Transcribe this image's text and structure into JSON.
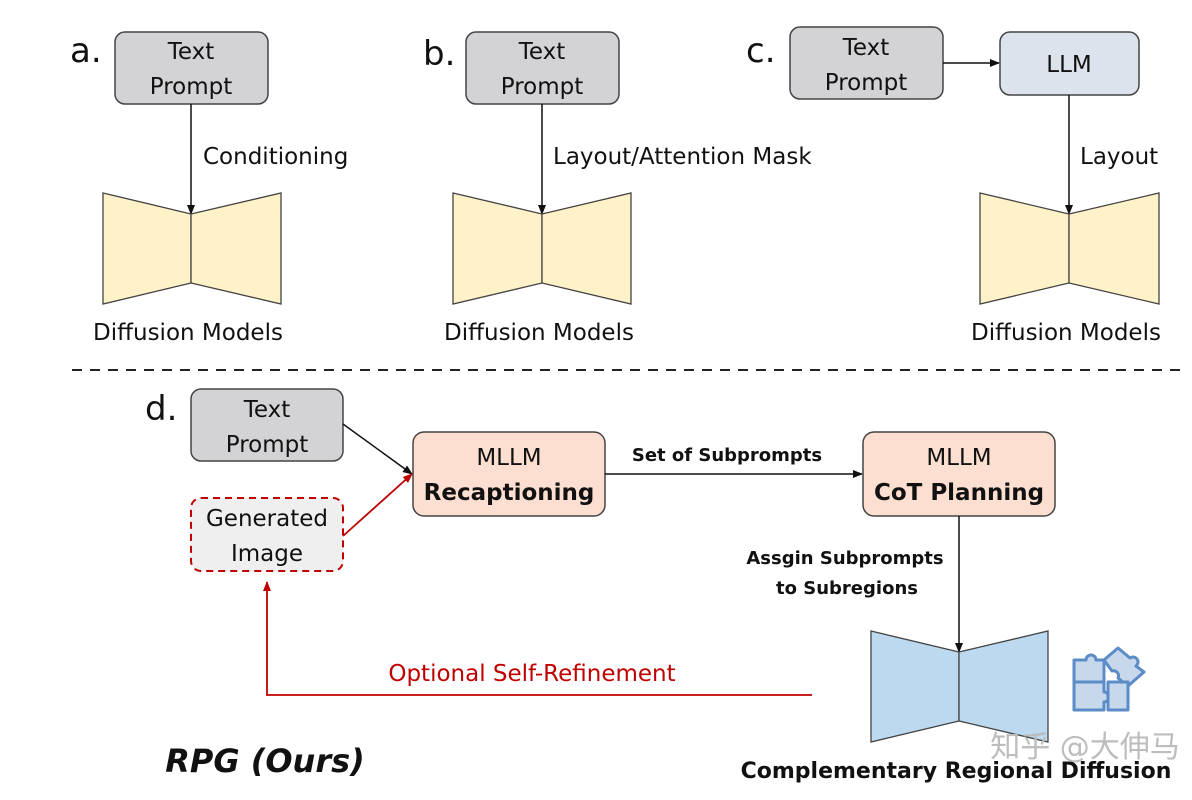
{
  "panel_a": {
    "letter": "a.",
    "prompt_line1": "Text",
    "prompt_line2": "Prompt",
    "edge_label": "Conditioning",
    "model_label": "Diffusion Models"
  },
  "panel_b": {
    "letter": "b.",
    "prompt_line1": "Text",
    "prompt_line2": "Prompt",
    "edge_label": "Layout/Attention Mask",
    "model_label": "Diffusion Models"
  },
  "panel_c": {
    "letter": "c.",
    "prompt_line1": "Text",
    "prompt_line2": "Prompt",
    "llm_label": "LLM",
    "edge_label": "Layout",
    "model_label": "Diffusion Models"
  },
  "panel_d": {
    "letter": "d.",
    "prompt_line1": "Text",
    "prompt_line2": "Prompt",
    "generated_line1": "Generated",
    "generated_line2": "Image",
    "recap_line1": "MLLM",
    "recap_line2": "Recaptioning",
    "subprompts_label": "Set of Subprompts",
    "cot_line1": "MLLM",
    "cot_line2": "CoT Planning",
    "assign_line1": "Assgin Subprompts",
    "assign_line2": "to Subregions",
    "refinement_label": "Optional Self-Refinement",
    "diffusion_label": "Complementary Regional Diffusion",
    "method_label": "RPG (Ours)"
  },
  "watermark": "知乎 @大伸马",
  "colors": {
    "prompt_fill": "#d3d3d5",
    "llm_fill": "#dde3ec",
    "mllm_fill": "#fcdfd0",
    "unet_fill": "#fff2c9",
    "unet_blue_fill": "#bcd9ef",
    "refine_red": "#c00000",
    "generated_fill": "#efefef"
  }
}
